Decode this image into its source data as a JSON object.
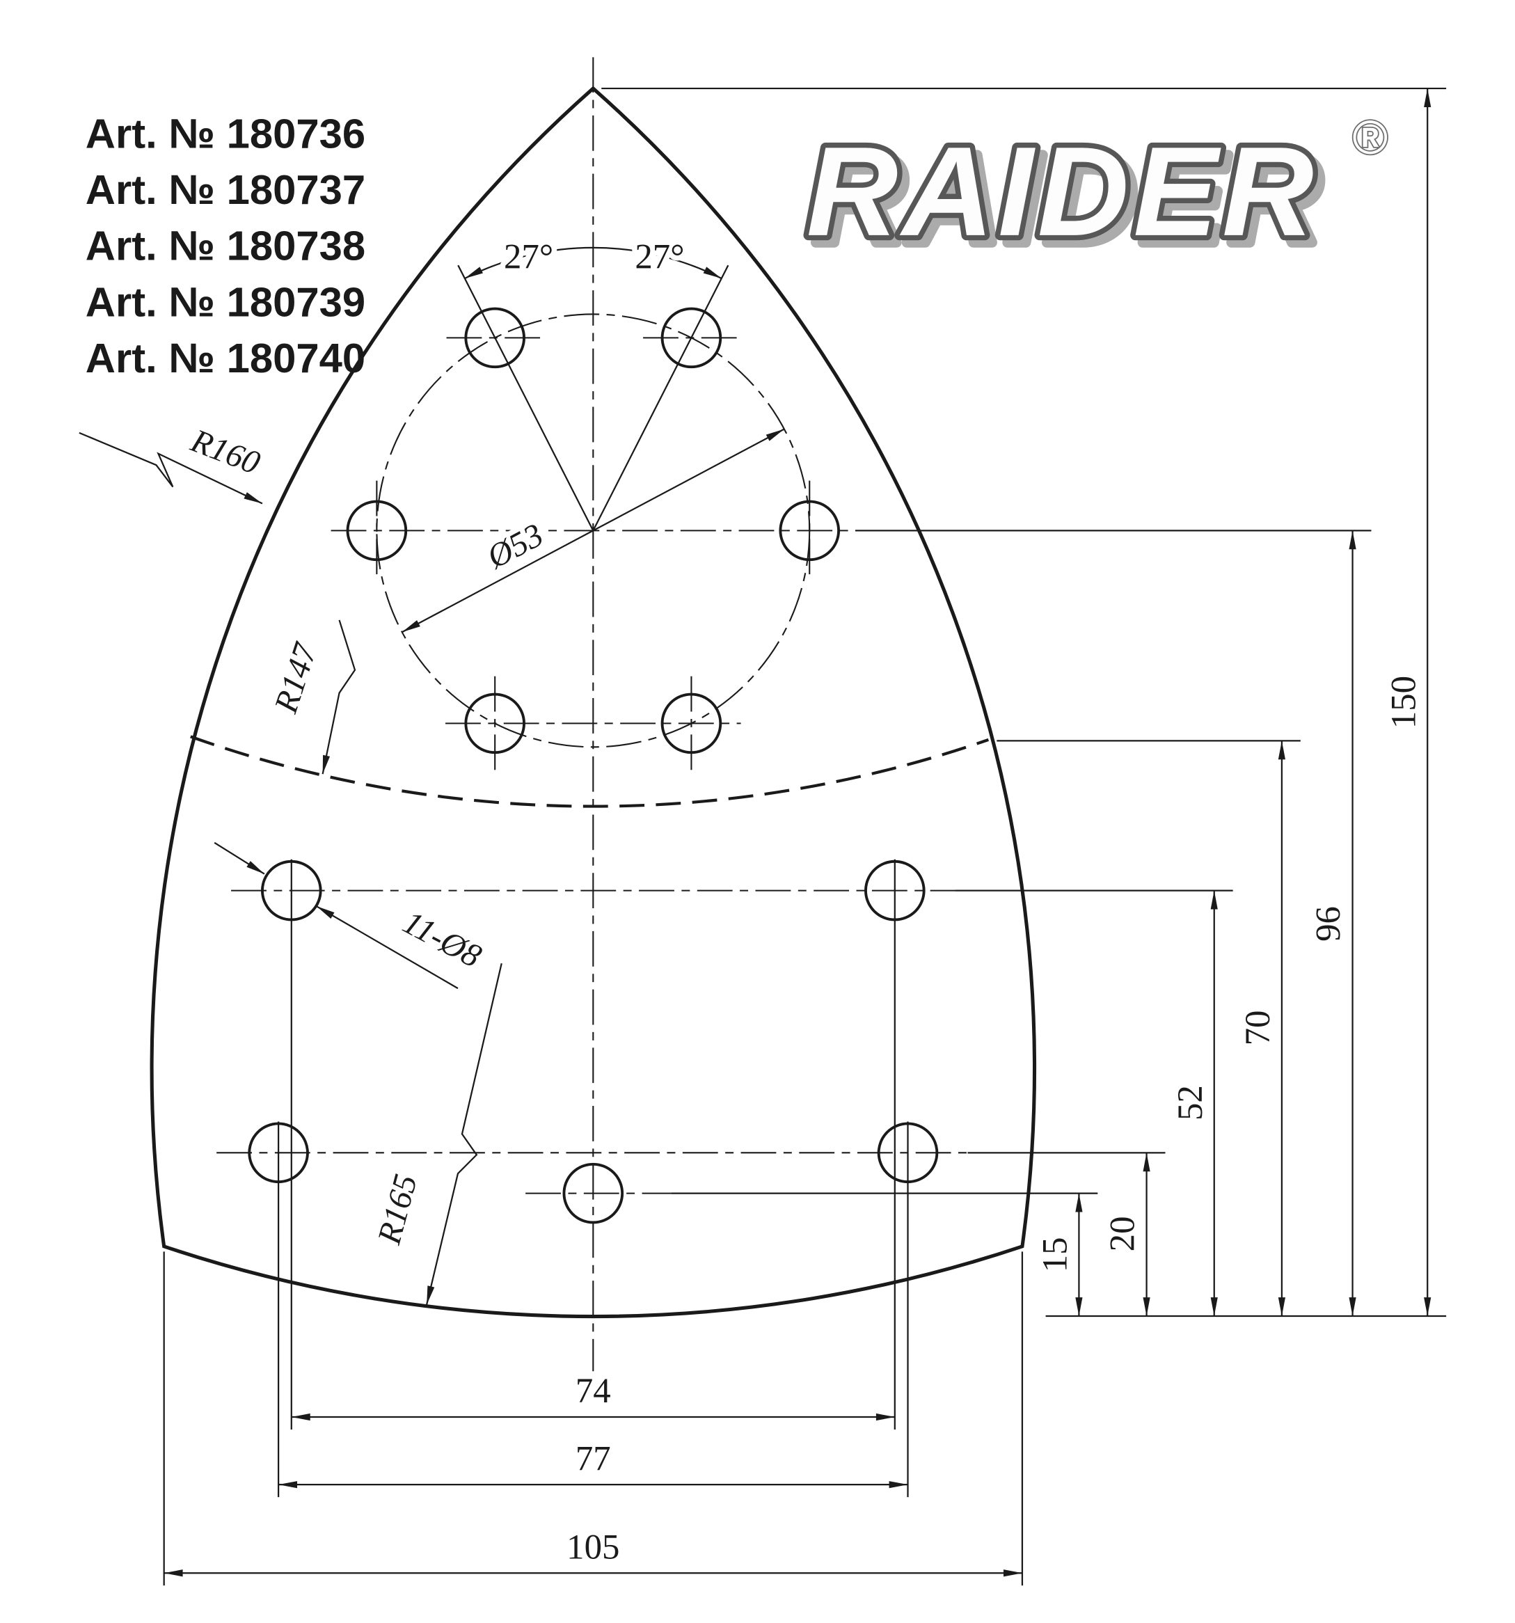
{
  "articles": {
    "items": [
      {
        "label": "Art. № 180736"
      },
      {
        "label": "Art. № 180737"
      },
      {
        "label": "Art. № 180738"
      },
      {
        "label": "Art. № 180739"
      },
      {
        "label": "Art. № 180740"
      }
    ]
  },
  "logo": {
    "text": "RAIDER",
    "registered": "®"
  },
  "labels": {
    "angle_left": "27°",
    "angle_right": "27°",
    "bolt_circle_diameter": "Ø53",
    "radius_top": "R160",
    "radius_mid": "R147",
    "radius_bottom": "R165",
    "holes": "11-Ø8"
  },
  "dimensions": {
    "height_total": "150",
    "height_96": "96",
    "height_70": "70",
    "height_52": "52",
    "height_20": "20",
    "height_15": "15",
    "width_74": "74",
    "width_77": "77",
    "width_total": "105"
  },
  "colors": {
    "line": "#1a1a1a",
    "logo_outline": "#575757",
    "logo_fill": "#fdfdfd",
    "logo_shadow": "#ababab"
  }
}
